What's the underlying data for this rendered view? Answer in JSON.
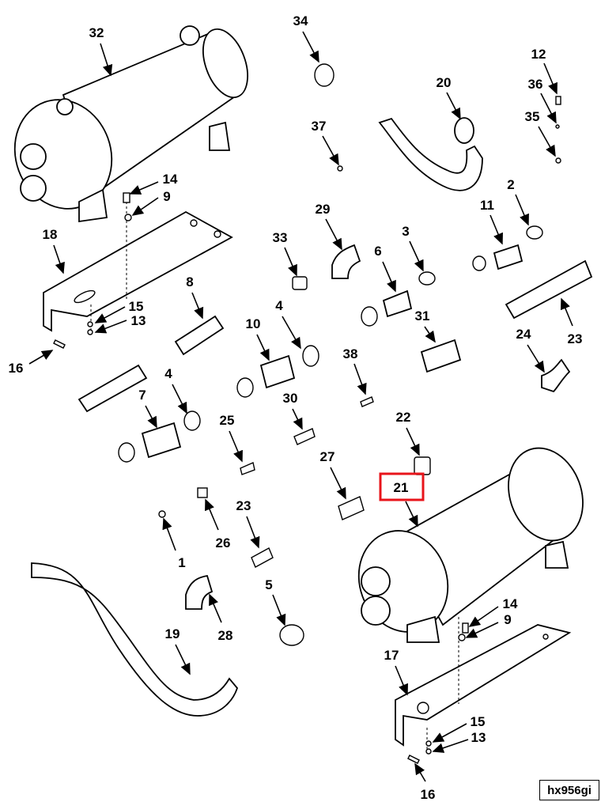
{
  "diagram": {
    "reference_code": "hx956gi",
    "highlighted_callout": "21",
    "highlight_color": "#e8141b",
    "callouts": {
      "c32": "32",
      "c34": "34",
      "c12": "12",
      "c36": "36",
      "c20": "20",
      "c35": "35",
      "c37": "37",
      "c14a": "14",
      "c9a": "9",
      "c2": "2",
      "c29": "29",
      "c11": "11",
      "c18": "18",
      "c33": "33",
      "c3": "3",
      "c6": "6",
      "c8": "8",
      "c4a": "4",
      "c15a": "15",
      "c13a": "13",
      "c31": "31",
      "c10": "10",
      "c23a": "23",
      "c24": "24",
      "c16a": "16",
      "c38": "38",
      "c4b": "4",
      "c7": "7",
      "c30": "30",
      "c22": "22",
      "c25": "25",
      "c27": "27",
      "c21": "21",
      "c23b": "23",
      "c26": "26",
      "c1": "1",
      "c5": "5",
      "c28": "28",
      "c19": "19",
      "c14b": "14",
      "c9b": "9",
      "c17": "17",
      "c15b": "15",
      "c13b": "13",
      "c16b": "16"
    }
  }
}
